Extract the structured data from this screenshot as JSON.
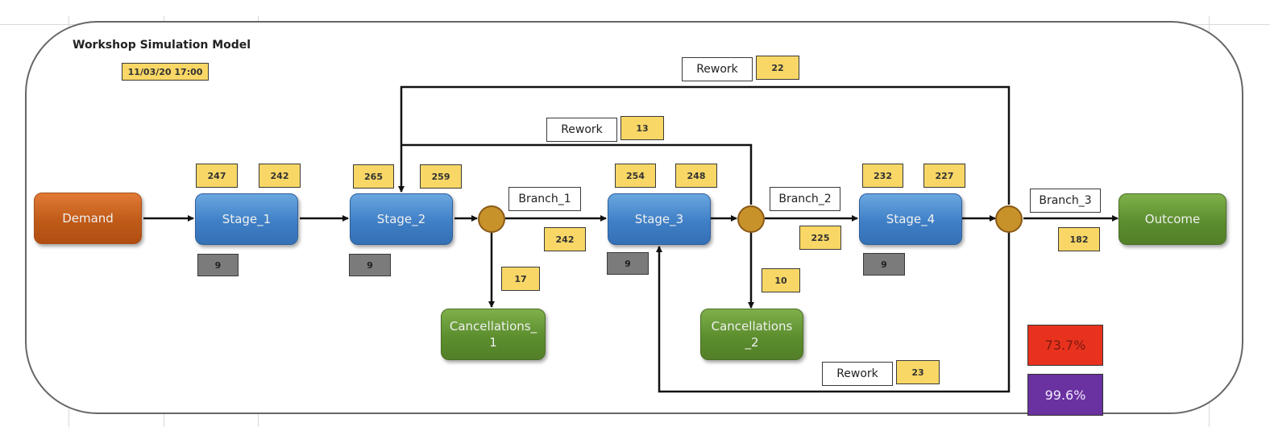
{
  "title": "Workshop Simulation Model",
  "timestamp": "11/03/20 17:00",
  "nodes": {
    "demand": "Demand",
    "stage_1": "Stage_1",
    "stage_2": "Stage_2",
    "stage_3": "Stage_3",
    "stage_4": "Stage_4",
    "outcome": "Outcome",
    "cancellations_1": "Cancellations_ 1",
    "cancellations_2": "Cancellations _2"
  },
  "stage_counts": {
    "stage_1": {
      "in": "247",
      "out": "242",
      "queue": "9"
    },
    "stage_2": {
      "in": "265",
      "out": "259",
      "queue": "9"
    },
    "stage_3": {
      "in": "254",
      "out": "248",
      "queue": "9"
    },
    "stage_4": {
      "in": "232",
      "out": "227",
      "queue": "9"
    }
  },
  "branches": {
    "branch_1": {
      "label": "Branch_1",
      "forward": "242",
      "cancel": "17"
    },
    "branch_2": {
      "label": "Branch_2",
      "forward": "225",
      "cancel": "10"
    },
    "branch_3": {
      "label": "Branch_3",
      "forward": "182"
    }
  },
  "rework": [
    {
      "label": "Rework",
      "value": "22"
    },
    {
      "label": "Rework",
      "value": "13"
    },
    {
      "label": "Rework",
      "value": "23"
    }
  ],
  "kpis": {
    "red": {
      "value": "73.7%",
      "color": "#e8321e"
    },
    "purple": {
      "value": "99.6%",
      "color": "#6a31a0"
    }
  },
  "colors": {
    "count_box": "#f8d766",
    "queue_box": "#7b7b7b",
    "branch_node": "#c8922a"
  }
}
